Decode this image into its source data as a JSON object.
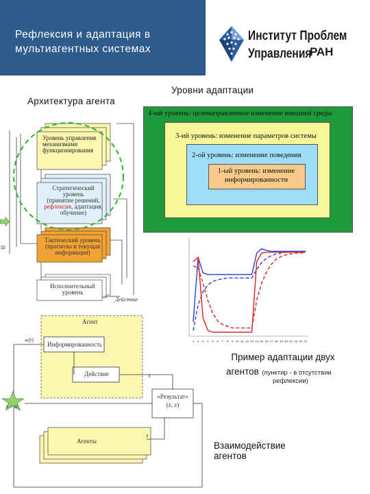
{
  "header": {
    "title": "Рефлексия и адаптация в мультиагентных системах"
  },
  "logo": {
    "line1": "Институт Проблем",
    "line2": "Управления",
    "suffix": "РАН",
    "icon": "ipu-crystal-logo"
  },
  "sections": {
    "architecture_title": "Архитектура агента",
    "levels_title": "Уровни адаптации",
    "example_caption": "Пример адаптации двух",
    "example_caption_2": "агентов",
    "example_note_1": "(пунктир - в отсутствии",
    "example_note_2": "рефлексии)",
    "interaction_caption_1": "Взаимодействие",
    "interaction_caption_2": "агентов"
  },
  "architecture": {
    "block1": [
      "Уровень управления",
      "механизмами",
      "функционирования"
    ],
    "block2_line1": "Стратегический",
    "block2_line2": "уровень",
    "block2_line3": "(принятие решений,",
    "block2_line4_red": "рефлексия",
    "block2_line4_rest": ", адаптация,",
    "block2_line5": "обучение)",
    "block3": [
      "Тактический уровень",
      "(прагнозы и текущая",
      "информация)"
    ],
    "block4": [
      "Исполнительный",
      "уровень"
    ],
    "action_label": "Действие",
    "side_label": "Ш"
  },
  "levels": {
    "level4": "4-ый уровень: целенаправленное изменение внешней среды",
    "level3": "3-ий уровень: изменение параметров системы",
    "level2": "2-ой уровень: изменение поведения",
    "level1_a": "1-ый уровень: изменение",
    "level1_b": "информированности",
    "colors": {
      "l4": "#1f9a3a",
      "l3": "#f7f79a",
      "l2": "#9fdcf5",
      "l1": "#f8cb8a"
    }
  },
  "interaction": {
    "agent_label": "Агент",
    "awareness": "Информированность",
    "action": "Действие",
    "result_line1": "«Результат»",
    "result_line2": "(z, z)",
    "agents": "Агенты",
    "input_label": "w(t)",
    "x_label": "x",
    "xa_label": "x",
    "star_label": "6 = Ω"
  },
  "chart_data": {
    "type": "line",
    "title": "",
    "xlabel": "",
    "ylabel": "",
    "x_ticks": [
      "1",
      "2",
      "3",
      "4",
      "5",
      "6",
      "7",
      "8",
      "9",
      "10",
      "11",
      "12",
      "13",
      "14",
      "15",
      "16",
      "17",
      "18",
      "19",
      "20",
      "21",
      "22",
      "23",
      "24"
    ],
    "series": [
      {
        "color": "#2a3fd8",
        "style": "solid",
        "values": [
          0.15,
          0.9,
          0.72,
          0.7,
          0.7,
          0.7,
          0.7,
          0.7,
          0.7,
          0.7,
          0.7,
          0.7,
          0.7,
          0.95,
          1.0,
          0.98,
          0.97,
          0.97,
          0.97,
          0.97,
          0.97,
          0.97,
          0.97,
          0.97
        ]
      },
      {
        "color": "#2a3fd8",
        "style": "dashed",
        "values": [
          0.05,
          0.35,
          0.5,
          0.58,
          0.62,
          0.64,
          0.65,
          0.66,
          0.66,
          0.66,
          0.66,
          0.66,
          0.66,
          0.76,
          0.84,
          0.89,
          0.92,
          0.94,
          0.95,
          0.96,
          0.96,
          0.97,
          0.97,
          0.97
        ]
      },
      {
        "color": "#e02020",
        "style": "solid",
        "values": [
          0.85,
          0.9,
          0.2,
          0.05,
          0.03,
          0.03,
          0.03,
          0.03,
          0.03,
          0.03,
          0.03,
          0.03,
          0.03,
          0.85,
          0.95,
          0.96,
          0.96,
          0.96,
          0.96,
          0.96,
          0.96,
          0.96,
          0.96,
          0.96
        ]
      },
      {
        "color": "#e02020",
        "style": "dashed",
        "values": [
          0.8,
          0.78,
          0.6,
          0.4,
          0.25,
          0.16,
          0.12,
          0.1,
          0.08,
          0.08,
          0.08,
          0.08,
          0.08,
          0.4,
          0.6,
          0.73,
          0.82,
          0.88,
          0.91,
          0.93,
          0.94,
          0.95,
          0.95,
          0.96
        ]
      }
    ],
    "ylim": [
      0,
      1.1
    ]
  }
}
